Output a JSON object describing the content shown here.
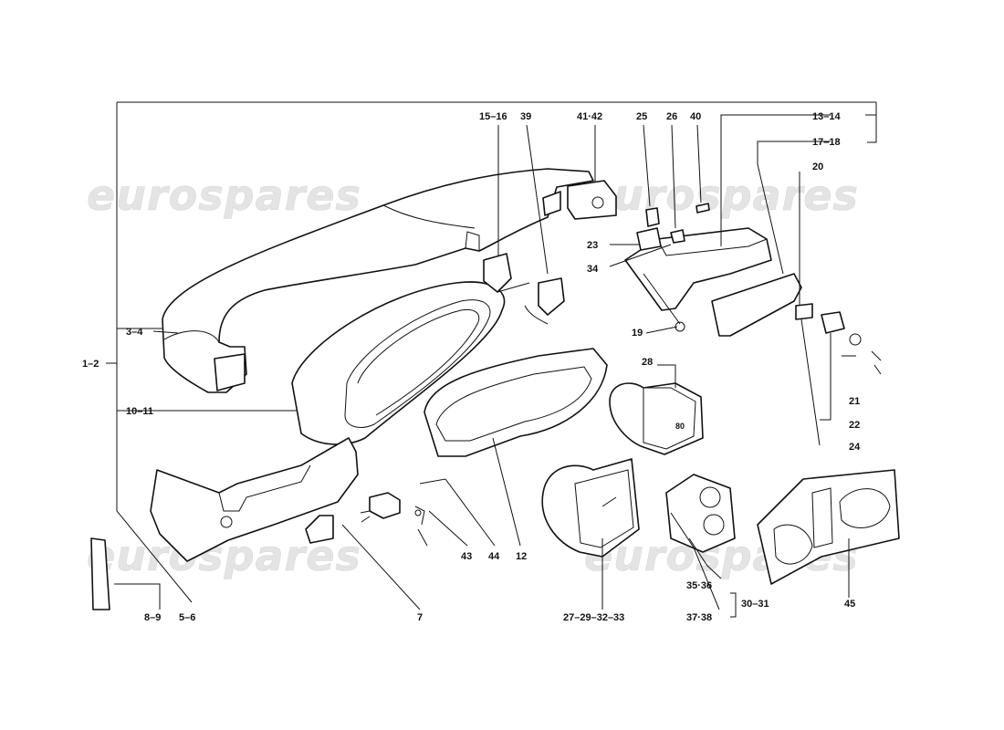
{
  "watermark": "eurospares",
  "labels": {
    "l_15_16": "15–16",
    "l_39": "39",
    "l_41_42": "41·42",
    "l_25": "25",
    "l_26": "26",
    "l_40": "40",
    "l_13_14": "13–14",
    "l_17_18": "17–18",
    "l_20": "20",
    "l_23": "23",
    "l_34": "34",
    "l_19": "19",
    "l_3_4": "3–4",
    "l_1_2": "1–2",
    "l_10_11": "10–11",
    "l_28": "28",
    "l_21": "21",
    "l_22": "22",
    "l_24": "24",
    "l_12": "12",
    "l_43": "43",
    "l_44": "44",
    "l_7": "7",
    "l_8_9": "8–9",
    "l_5_6": "5–6",
    "l_27_29_32_33": "27–29–32–33",
    "l_35_36": "35·36",
    "l_30_31": "30–31",
    "l_37_38": "37·38",
    "l_45": "45"
  }
}
